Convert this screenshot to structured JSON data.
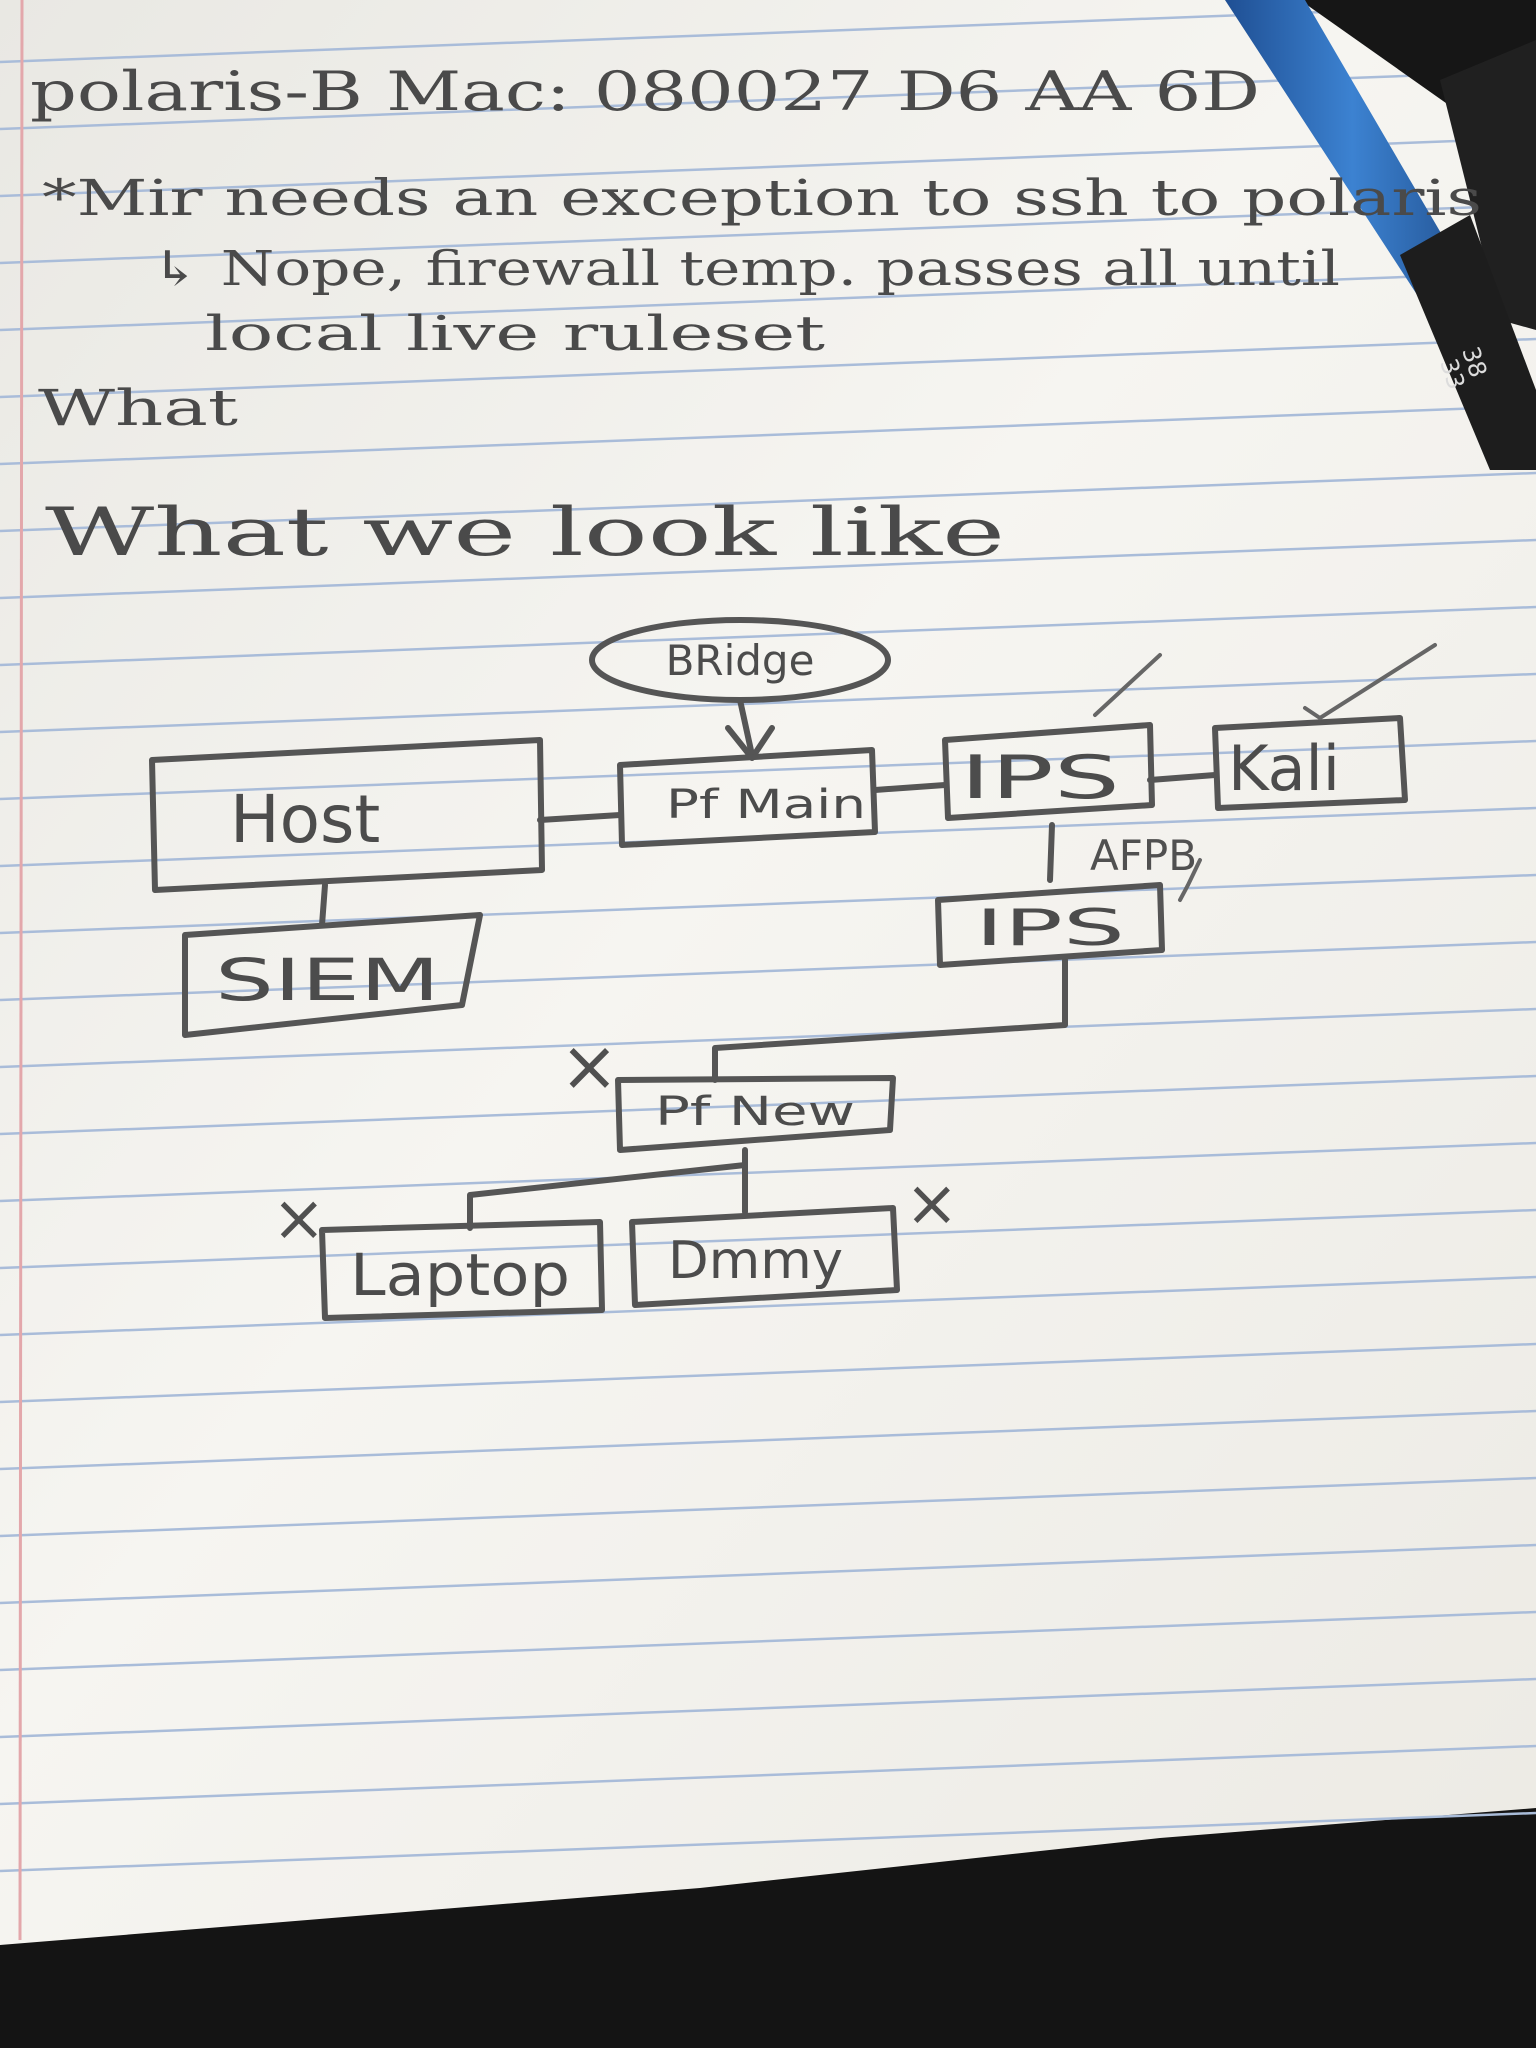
{
  "notes": {
    "line1": "polaris-B Mac: 080027   D6 AA 6D",
    "line2": "*Mir needs an exception to ssh to polaris",
    "line3": "↳ Nope, firewall temp. passes all until",
    "line4": "local live ruleset",
    "line5": "What",
    "heading": "What we look like"
  },
  "diagram": {
    "bridge": "BRidge",
    "host": "Host",
    "pf_main": "Pf Main",
    "ips_top": "IPS",
    "kali": "Kali",
    "afpb": "AFPB",
    "ips_bottom": "IPS",
    "siem": "SIEM",
    "pf_new": "Pf New",
    "laptop": "Laptop",
    "dummy": "Dmmy"
  },
  "marks": {
    "check": "✓",
    "cross": "×"
  },
  "pen": {
    "label_1": "38",
    "label_2": "33"
  },
  "colors": {
    "paper": "#f4f3ef",
    "rule_line": "#a9bcd9",
    "margin_line": "#e3a7ab",
    "pencil": "#4a4a4a",
    "pen_blue": "#2f6fc0",
    "desk": "#111111"
  }
}
